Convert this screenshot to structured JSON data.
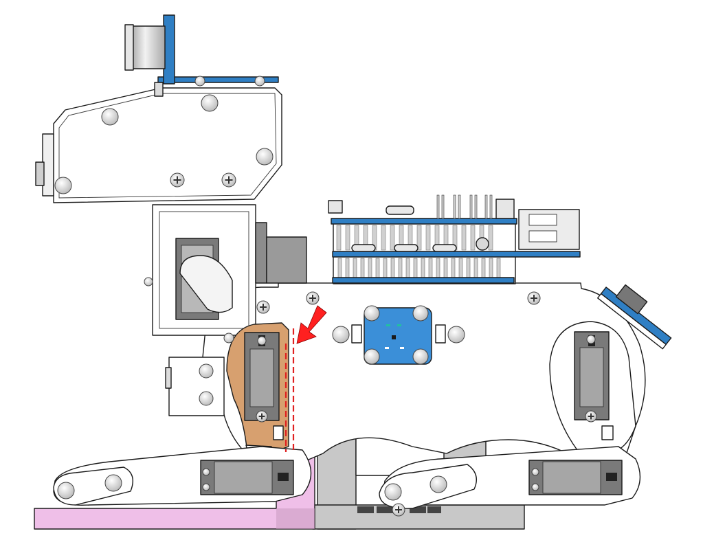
{
  "figure": {
    "kind": "mechanical-assembly-drawing",
    "view": "side",
    "annotations": {
      "arrow_color": "#ff2020",
      "dashed_line_color": "#e02020",
      "highlight_upper_leg_color": "#d7a06f",
      "highlight_foot_color": "#efbfe8"
    },
    "palette": {
      "pcb_blue": "#2f7fc4",
      "imu_blue": "#3b8fd8",
      "servo_dark": "#7a7a7a",
      "servo_light": "#9a9a9a",
      "stand_gray": "#c8c8c8",
      "outline": "#1a1a1a",
      "body_white": "#ffffff",
      "heatsink": "#d0d0d0"
    },
    "parts": [
      "ultrasonic-sensor",
      "head-bracket",
      "neck-servo",
      "main-body-plate",
      "controller-board-stack",
      "imu-board",
      "front-upper-leg-servo",
      "rear-upper-leg-servo",
      "front-knee-servo",
      "rear-knee-servo",
      "front-lower-leg",
      "rear-lower-leg",
      "stand-base",
      "camera-module"
    ]
  }
}
